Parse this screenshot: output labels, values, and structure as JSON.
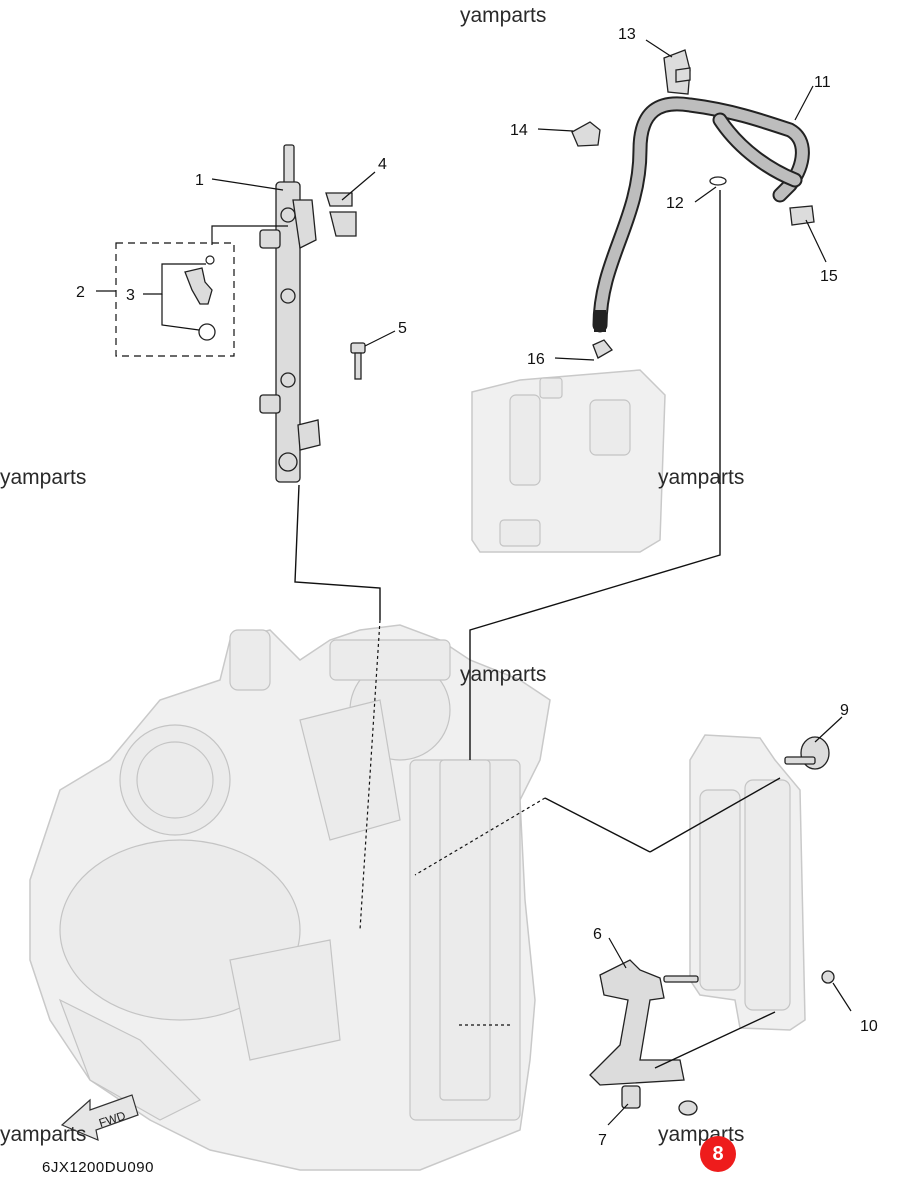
{
  "watermark": "yamparts",
  "figure_code": "6JX1200DU090",
  "fwd_label": "FWD",
  "page_badge": "8",
  "callouts": {
    "c1": "1",
    "c2": "2",
    "c3": "3",
    "c4": "4",
    "c5": "5",
    "c6": "6",
    "c7": "7",
    "c9": "9",
    "c10": "10",
    "c11": "11",
    "c12": "12",
    "c13": "13",
    "c14": "14",
    "c15": "15",
    "c16": "16"
  },
  "colors": {
    "badge": "#ee1c1c",
    "ghost_fill": "#f0f0f0",
    "part_fill": "#dcdcdc"
  }
}
